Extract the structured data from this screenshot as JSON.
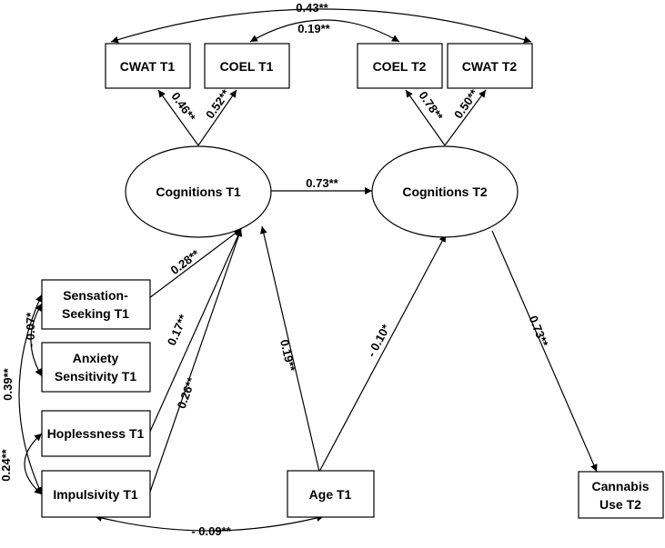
{
  "nodes": {
    "cwat_t1": [
      "CWAT T1"
    ],
    "coel_t1": [
      "COEL T1"
    ],
    "coel_t2": [
      "COEL T2"
    ],
    "cwat_t2": [
      "CWAT T2"
    ],
    "cognitions_t1": [
      "Cognitions T1"
    ],
    "cognitions_t2": [
      "Cognitions T2"
    ],
    "sensation_seeking_t1": [
      "Sensation-",
      "Seeking T1"
    ],
    "anxiety_sensitivity_t1": [
      "Anxiety",
      "Sensitivity T1"
    ],
    "hoplessness_t1": [
      "Hoplessness T1"
    ],
    "impulsivity_t1": [
      "Impulsivity T1"
    ],
    "age_t1": [
      "Age T1"
    ],
    "cannabis_use_t2": [
      "Cannabis",
      "Use T2"
    ]
  },
  "paths": {
    "cwat_t1_cwat_t2": "0.43**",
    "coel_t1_coel_t2": "0.19**",
    "cog_t1_cwat_t1": "0.46**",
    "cog_t1_coel_t1": "0.52**",
    "cog_t2_coel_t2": "0.78**",
    "cog_t2_cwat_t2": "0.50**",
    "cog_t1_cog_t2": "0.73**",
    "sensation_cog_t1": "0.28**",
    "hoplessness_cog_t1": "0.17**",
    "impulsivity_cog_t1": "0.26**",
    "age_cog_t1": "0.19**",
    "age_cog_t2": "- 0.10*",
    "cog_t2_cannabis": "0.73**",
    "sensation_anxiety": "- 0.07*",
    "sensation_impulsivity": "0.39**",
    "hoplessness_impulsivity": "0.24**",
    "impulsivity_age": "- 0.09**"
  }
}
